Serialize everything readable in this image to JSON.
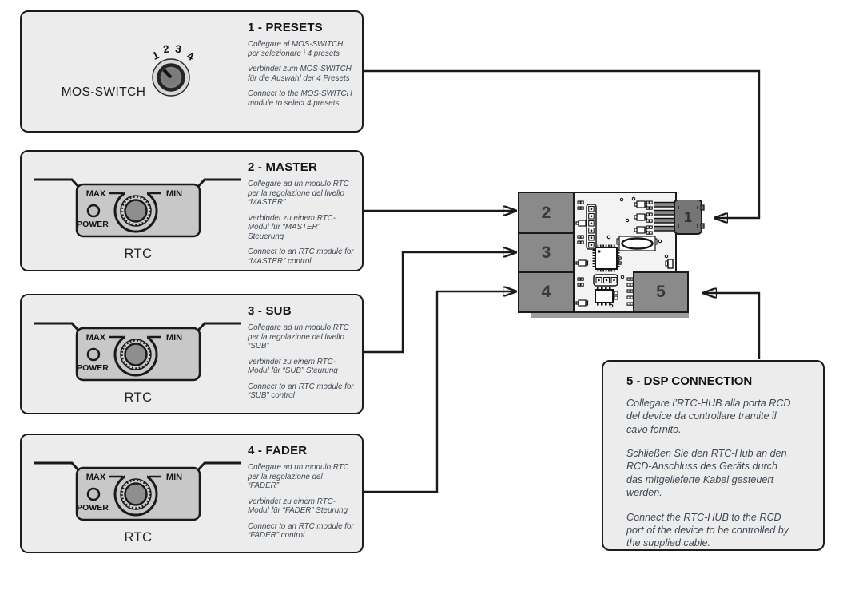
{
  "panels": [
    {
      "title": "1 - PRESETS",
      "device": "MOS-SWITCH",
      "knob_numbers": [
        "1",
        "2",
        "3",
        "4"
      ],
      "it": "Collegare al MOS-SWITCH\nper selezionare i 4 presets",
      "de": "Verbindet zum MOS-SWITCH\nfür die Auswahl der 4 Presets",
      "en": "Connect to the MOS-SWITCH\nmodule to select 4 presets"
    },
    {
      "title": "2 - MASTER",
      "device": "RTC",
      "it": "Collegare ad un modulo RTC\nper la regolazione del livello\n“MASTER”",
      "de": "Verbindet zu einem RTC-\nModul für “MASTER”\nSteuerung",
      "en": "Connect to an RTC module for\n“MASTER” control"
    },
    {
      "title": "3 - SUB",
      "device": "RTC",
      "it": "Collegare ad un modulo RTC\nper la regolazione del livello\n“SUB”",
      "de": "Verbindet zu einem RTC-\nModul für “SUB” Steurung",
      "en": "Connect to an RTC module for\n“SUB” control"
    },
    {
      "title": "4 - FADER",
      "device": "RTC",
      "it": "Collegare ad un modulo RTC\nper la regolazione del\n“FADER”",
      "de": "Verbindet zu einem RTC-\nModul für “FADER” Steurung",
      "en": "Connect to an RTC module for\n“FADER” control"
    },
    {
      "title": "5 - DSP CONNECTION",
      "it": "Collegare l’RTC-HUB alla porta RCD\ndel device da controllare tramite il\ncavo fornito.",
      "de": "Schließen Sie den RTC-Hub an den\nRCD-Anschluss des Geräts durch\ndas mitgelieferte Kabel gesteuert\nwerden.",
      "en": "Connect the RTC-HUB to the RCD\nport of the device to be controlled by\nthe supplied cable."
    }
  ],
  "rtc": {
    "name": "RTC",
    "max": "MAX",
    "min": "MIN",
    "power": "POWER"
  },
  "hub": {
    "ports": [
      "1",
      "2",
      "3",
      "4",
      "5"
    ]
  },
  "colors": {
    "box_fill": "#ececec",
    "box_border": "#1c1c1c",
    "panel_fill": "#c8c8c8",
    "port_fill": "#8a8a8a",
    "pcb_fill": "#f3f3f3",
    "connector_fill": "#757575",
    "body_text": "#3d4854",
    "arrow": "#1a1a1a"
  }
}
